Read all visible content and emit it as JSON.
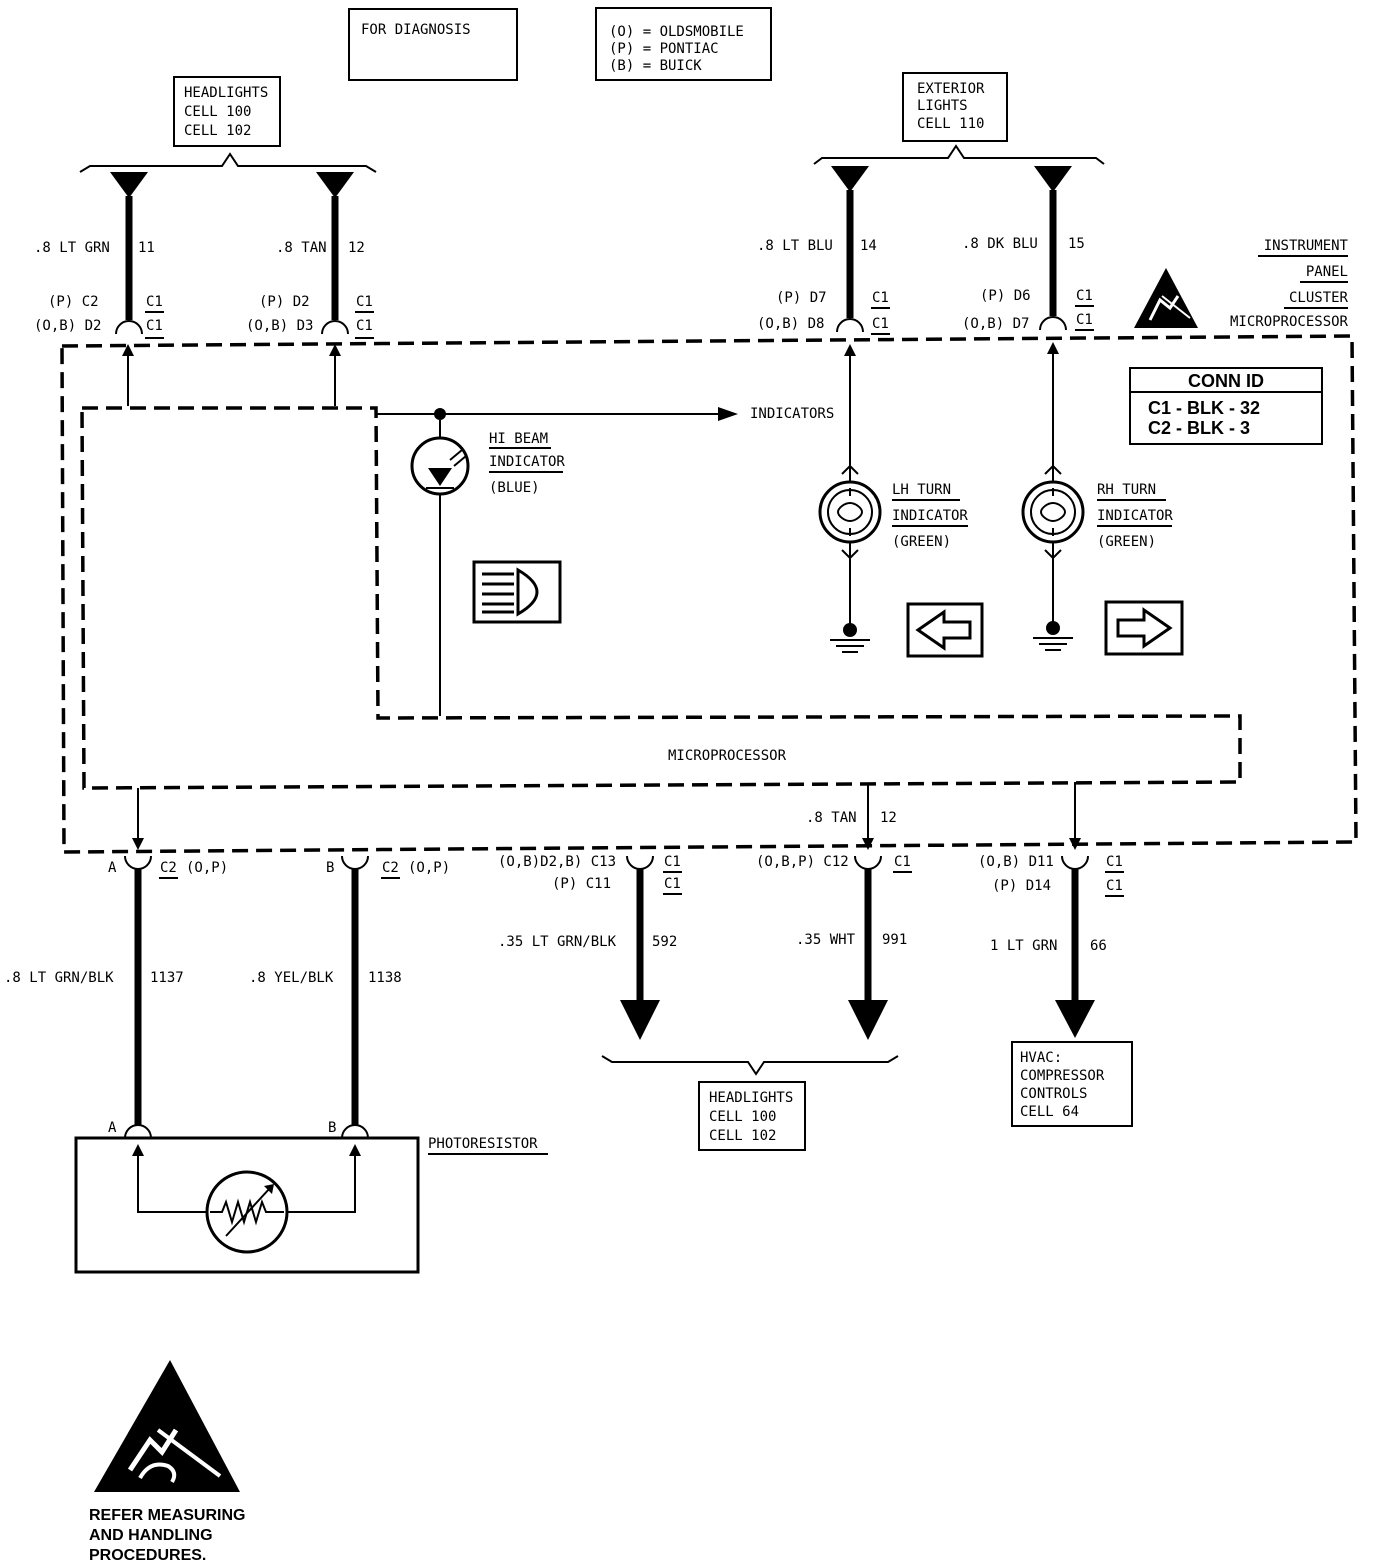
{
  "notes": {
    "diagnosis": "FOR DIAGNOSIS",
    "legend": [
      "(O) = OLDSMOBILE",
      "(P) = PONTIAC",
      "(B) = BUICK"
    ]
  },
  "references": {
    "headlights_top": [
      "HEADLIGHTS",
      "CELL 100",
      "CELL 102"
    ],
    "exterior_lights": [
      "EXTERIOR",
      "LIGHTS",
      "CELL 110"
    ],
    "headlights_bottom": [
      "HEADLIGHTS",
      "CELL 100",
      "CELL 102"
    ],
    "hvac": [
      "HVAC:",
      "COMPRESSOR",
      "CONTROLS",
      "CELL 64"
    ]
  },
  "module": {
    "title": [
      "INSTRUMENT",
      "PANEL",
      "CLUSTER",
      "MICROPROCESSOR"
    ],
    "microprocessor": "MICROPROCESSOR",
    "indicators": "INDICATORS"
  },
  "conn_id": {
    "title": "CONN ID",
    "rows": [
      "C1 - BLK - 32",
      "C2 - BLK - 3"
    ]
  },
  "lamps": {
    "hi_beam": [
      "HI BEAM",
      "INDICATOR",
      "(BLUE)"
    ],
    "lh_turn": [
      "LH TURN",
      "INDICATOR",
      "(GREEN)"
    ],
    "rh_turn": [
      "RH TURN",
      "INDICATOR",
      "(GREEN)"
    ]
  },
  "wires": [
    {
      "id": "w11",
      "label": ".8 LT GRN",
      "circuit": "11",
      "pins": [
        "(P) C2",
        "(O,B) D2"
      ],
      "conn": [
        "C1",
        "C1"
      ]
    },
    {
      "id": "w12a",
      "label": ".8 TAN",
      "circuit": "12",
      "pins": [
        "(P) D2",
        "(O,B) D3"
      ],
      "conn": [
        "C1",
        "C1"
      ]
    },
    {
      "id": "w14",
      "label": ".8 LT BLU",
      "circuit": "14",
      "pins": [
        "(P) D7",
        "(O,B) D8"
      ],
      "conn": [
        "C1",
        "C1"
      ]
    },
    {
      "id": "w15",
      "label": ".8 DK BLU",
      "circuit": "15",
      "pins": [
        "(P) D6",
        "(O,B) D7"
      ],
      "conn": [
        "C1",
        "C1"
      ]
    },
    {
      "id": "w12b",
      "label": ".8 TAN",
      "circuit": "12"
    },
    {
      "id": "w1137",
      "label": ".8 LT GRN/BLK",
      "circuit": "1137",
      "pin": "A",
      "conn": "C2",
      "variant": "(O,P)"
    },
    {
      "id": "w1138",
      "label": ".8 YEL/BLK",
      "circuit": "1138",
      "pin": "B",
      "conn": "C2",
      "variant": "(O,P)"
    },
    {
      "id": "w592",
      "label": ".35 LT GRN/BLK",
      "circuit": "592",
      "pins": [
        "(O,B)D2,B) C13",
        "(P) C11"
      ],
      "conn": [
        "C1",
        "C1"
      ]
    },
    {
      "id": "w991",
      "label": ".35 WHT",
      "circuit": "991",
      "pins": [
        "(O,B,P) C12"
      ],
      "conn": [
        "C1"
      ]
    },
    {
      "id": "w66",
      "label": "1 LT GRN",
      "circuit": "66",
      "pins": [
        "(O,B) D11",
        "(P) D14"
      ],
      "conn": [
        "C1",
        "C1"
      ]
    }
  ],
  "photoresistor": {
    "label": "PHOTORESISTOR",
    "pin_a": "A",
    "pin_b": "B"
  },
  "esd_note": [
    "REFER MEASURING",
    "AND HANDLING",
    "PROCEDURES."
  ]
}
